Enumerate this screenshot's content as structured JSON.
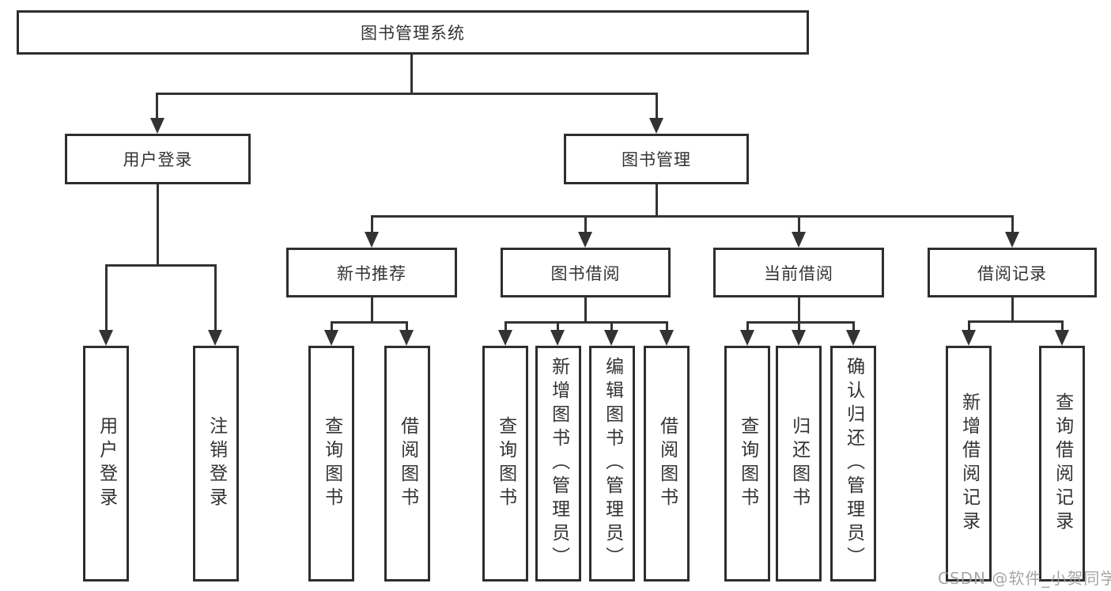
{
  "diagram": {
    "root_label": "图书管理系统",
    "user_login": {
      "label": "用户登录",
      "children": [
        "用户登录",
        "注销登录"
      ]
    },
    "book_mgmt": {
      "label": "图书管理",
      "sections": [
        {
          "label": "新书推荐",
          "children": [
            "查询图书",
            "借阅图书"
          ]
        },
        {
          "label": "图书借阅",
          "children": [
            "查询图书",
            "新增图书（管理员）",
            "编辑图书（管理员）",
            "借阅图书"
          ]
        },
        {
          "label": "当前借阅",
          "children": [
            "查询图书",
            "归还图书",
            "确认归还（管理员）"
          ]
        },
        {
          "label": "借阅记录",
          "children": [
            "新增借阅记录",
            "查询借阅记录"
          ]
        }
      ]
    }
  },
  "watermark": "CSDN @软件_小贺同学",
  "colors": {
    "line": "#333333",
    "box_border": "#2e2e2e",
    "text": "#333333",
    "watermark": "#9e9e9e",
    "background": "#ffffff"
  }
}
